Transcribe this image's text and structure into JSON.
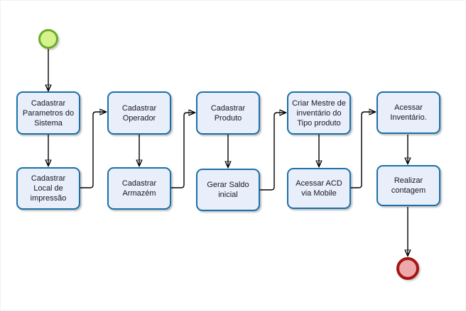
{
  "diagram": {
    "type": "flowchart",
    "background_color": "#ffffff",
    "node_style": {
      "fill": "#e9eefb",
      "stroke": "#1a70a7",
      "text_color": "#17171f"
    },
    "start_event": {
      "shape": "circle",
      "fill": "#d6f28b",
      "stroke": "#6cab2d"
    },
    "end_event": {
      "shape": "circle",
      "fill": "#eda9a9",
      "stroke": "#a61414"
    }
  },
  "nodes": [
    {
      "id": "cadastrar-parametros-sistema",
      "label": "Cadastrar\nParametros do\nSistema"
    },
    {
      "id": "cadastrar-local-impressao",
      "label": "Cadastrar\nLocal de\nimpressão"
    },
    {
      "id": "cadastrar-operador",
      "label": "Cadastrar\nOperador"
    },
    {
      "id": "cadastrar-armazem",
      "label": "Cadastrar\nArmazém"
    },
    {
      "id": "cadastrar-produto",
      "label": "Cadastrar\nProduto"
    },
    {
      "id": "gerar-saldo-inicial",
      "label": "Gerar Saldo\ninicial"
    },
    {
      "id": "criar-mestre-inventario",
      "label": "Criar Mestre de\ninventário  do\nTipo produto"
    },
    {
      "id": "acessar-acd-mobile",
      "label": "Acessar ACD\nvia Mobile"
    },
    {
      "id": "acessar-inventario",
      "label": "Acessar\nInventário."
    },
    {
      "id": "realizar-contagem",
      "label": "Realizar\ncontagem"
    }
  ],
  "edges": [
    {
      "from": "start",
      "to": "cadastrar-parametros-sistema"
    },
    {
      "from": "cadastrar-parametros-sistema",
      "to": "cadastrar-local-impressao"
    },
    {
      "from": "cadastrar-local-impressao",
      "to": "cadastrar-operador"
    },
    {
      "from": "cadastrar-operador",
      "to": "cadastrar-armazem"
    },
    {
      "from": "cadastrar-armazem",
      "to": "cadastrar-produto"
    },
    {
      "from": "cadastrar-produto",
      "to": "gerar-saldo-inicial"
    },
    {
      "from": "gerar-saldo-inicial",
      "to": "criar-mestre-inventario"
    },
    {
      "from": "criar-mestre-inventario",
      "to": "acessar-acd-mobile"
    },
    {
      "from": "acessar-acd-mobile",
      "to": "acessar-inventario"
    },
    {
      "from": "acessar-inventario",
      "to": "realizar-contagem"
    },
    {
      "from": "realizar-contagem",
      "to": "end"
    }
  ]
}
